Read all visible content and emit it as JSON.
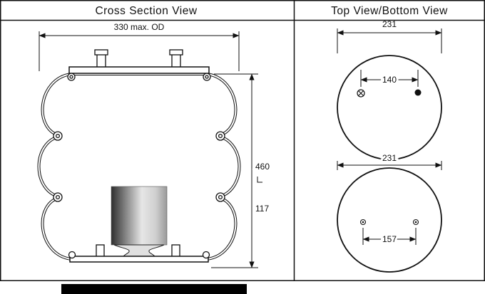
{
  "cross_section": {
    "title": "Cross Section View",
    "od": "330 max. OD",
    "total_height": "460",
    "partial_height": "117"
  },
  "top_bottom": {
    "title": "Top View/Bottom View",
    "top_diameter": "231",
    "top_spacing": "140",
    "bottom_diameter": "231",
    "bottom_spacing": "157"
  },
  "colors": {
    "ink": "#111111",
    "background": "#ffffff",
    "bumper_dark": "#2e2e2e",
    "bumper_light": "#e6e6e6",
    "bottom_bar": "#000000"
  }
}
